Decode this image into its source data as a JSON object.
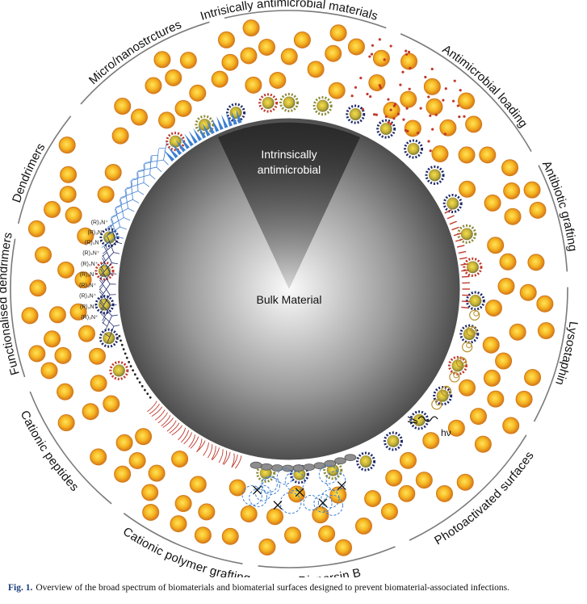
{
  "segments": [
    {
      "id": "intrinsic",
      "label": "Intrisically antimicrobial materials",
      "angle": 0
    },
    {
      "id": "loading",
      "label": "Antimicrobial loading",
      "angle": 44
    },
    {
      "id": "grafting",
      "label": "Antibiotic grafting",
      "angle": 73
    },
    {
      "id": "lysostaphin",
      "label": "Lysostaphin",
      "angle": 103
    },
    {
      "id": "photo",
      "label": "Photoactivated surfaces",
      "angle": 137
    },
    {
      "id": "dispersin",
      "label": "Dispersin B",
      "angle": 172
    },
    {
      "id": "cationic-polymer",
      "label": "Cationic polymer grafting",
      "angle": 201
    },
    {
      "id": "cationic-peptides",
      "label": "Cationic peptides",
      "angle": 236
    },
    {
      "id": "func-dendrimers",
      "label": "Functionalised dendrimers",
      "angle": 267
    },
    {
      "id": "dendrimers",
      "label": "Dendrimers",
      "angle": 294
    },
    {
      "id": "micro",
      "label": "Micro/nanostrctures",
      "angle": 327
    }
  ],
  "core": {
    "label": "Bulk Material",
    "wedge_label_1": "Intrinsically",
    "wedge_label_2": "antimicrobial"
  },
  "hv_label": "hν",
  "ammonium_label": "(R)₃N⁺",
  "colors": {
    "bacteria_outer": "#e2901c",
    "bacteria_inner": "#f6c12c",
    "navy": "#1f2a6b",
    "olive": "#8a8a3a",
    "red": "#c0392b",
    "blue": "#3d7fd0",
    "gold": "#b8902f"
  },
  "caption": {
    "label": "Fig. 1.",
    "text": "Overview of the broad spectrum of biomaterials and biomaterial surfaces designed to prevent biomaterial-associated infections."
  }
}
